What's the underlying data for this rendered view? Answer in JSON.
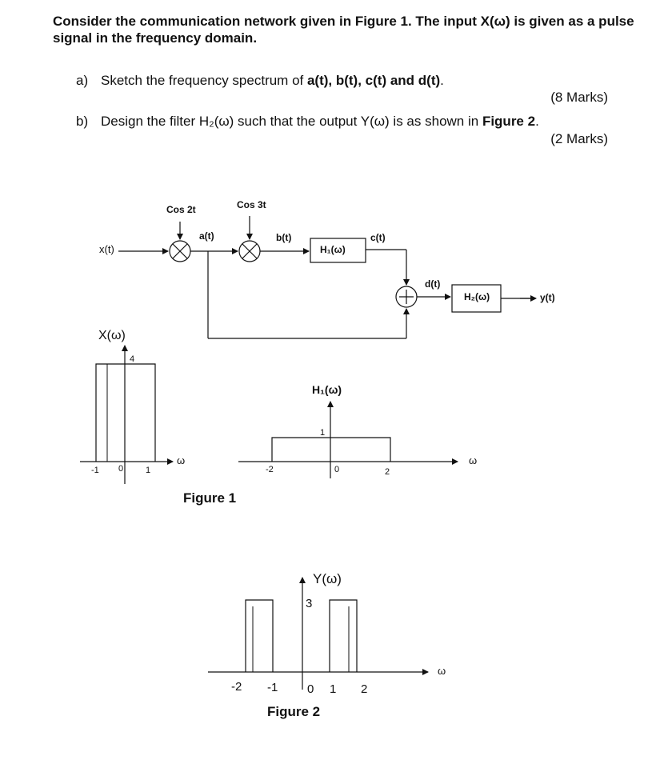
{
  "question": {
    "intro": "Consider the communication network given in Figure 1. The input X(ω) is given as a pulse signal in the frequency domain.",
    "part_a": {
      "label": "a)",
      "text_prefix": "Sketch the frequency spectrum of ",
      "text_bold": "a(t), b(t), c(t) and d(t)",
      "text_suffix": ".",
      "marks": "(8 Marks)"
    },
    "part_b": {
      "label": "b)",
      "text_prefix": "Design the filter H₂(ω) such that the output Y(ω) is as shown in ",
      "text_bold": "Figure 2",
      "text_suffix": ".",
      "marks": "(2 Marks)"
    }
  },
  "figure1": {
    "caption": "Figure 1",
    "block_diagram": {
      "input_label": "x(t)",
      "mixer1_carrier": "Cos 2t",
      "mixer2_carrier": "Cos 3t",
      "signal_a": "a(t)",
      "signal_b": "b(t)",
      "signal_c": "c(t)",
      "signal_d": "d(t)",
      "filter1": "H₁(ω)",
      "filter2": "H₂(ω)",
      "output_label": "y(t)"
    },
    "x_spectrum": {
      "ylabel": "X(ω)",
      "xlabel": "ω",
      "height_label": "4",
      "ticks": [
        "-1",
        "0",
        "1"
      ]
    },
    "h1_spectrum": {
      "title": "H₁(ω)",
      "xlabel": "ω",
      "height_label": "1",
      "ticks": [
        "-2",
        "0",
        "2"
      ]
    }
  },
  "figure2": {
    "caption": "Figure 2",
    "ylabel": "Y(ω)",
    "xlabel": "ω",
    "height_label": "3",
    "ticks": [
      "-2",
      "-1",
      "0",
      "1",
      "2"
    ]
  }
}
